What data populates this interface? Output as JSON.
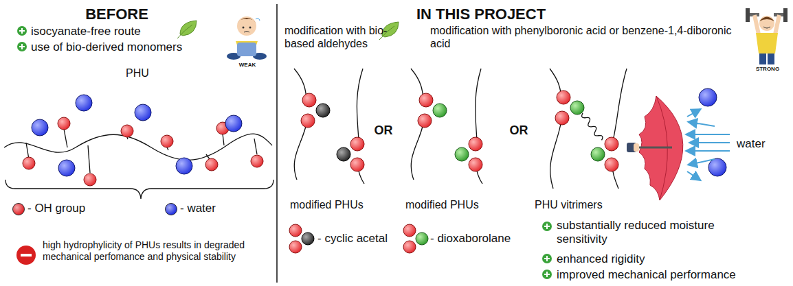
{
  "diagram": {
    "labels": [
      "BEFORE",
      "isocyanate-free route",
      "use of bio-derived monomers",
      "WEAK",
      "PHU",
      "high hydrophylicity of PHUs results in degraded mechanical perfomance and physical stability",
      "IN THIS PROJECT",
      "modification with bio-based aldehydes",
      "modification with phenylboronic acid or benzene-1,4-diboronic acid",
      "STRONG",
      "OR",
      "OR",
      "water",
      "modified PHUs",
      "modified PHUs",
      "PHU vitrimers",
      "substantially reduced moisture sensitivity",
      "enhanced rigidity",
      "improved mechanical performance"
    ],
    "legend": [
      {
        "text": "- OH group",
        "color": "#e3262b"
      },
      {
        "text": "- water",
        "color": "#2433e0"
      },
      {
        "text": "- cyclic acetal"
      },
      {
        "text": "- dioxaborolane"
      }
    ]
  }
}
